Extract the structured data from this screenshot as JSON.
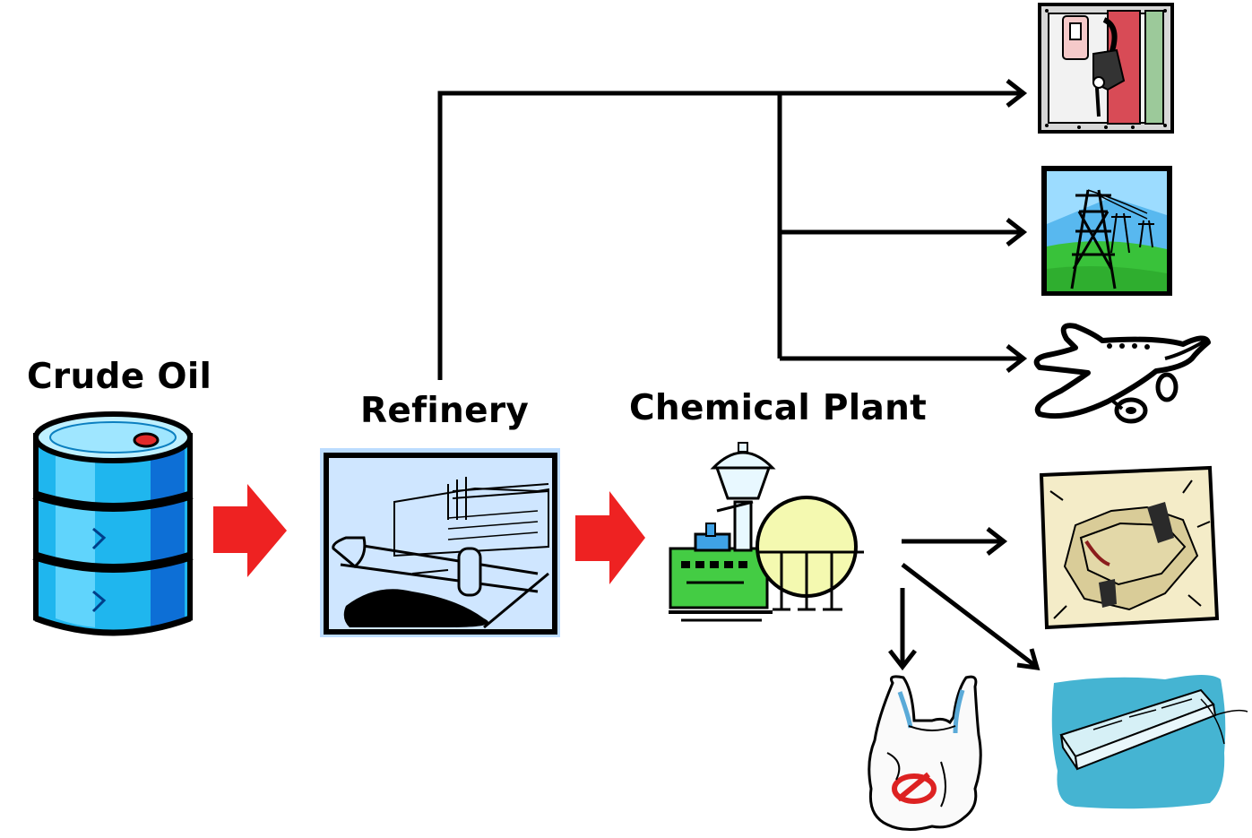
{
  "diagram": {
    "nodes": {
      "crude_oil": {
        "label": "Crude Oil",
        "icon": "oil-barrel-icon"
      },
      "refinery": {
        "label": "Refinery",
        "icon": "refinery-icon"
      },
      "chemical_plant": {
        "label": "Chemical Plant",
        "icon": "chemical-plant-icon"
      }
    },
    "products": [
      {
        "icon": "fuel-pump-icon"
      },
      {
        "icon": "power-lines-icon"
      },
      {
        "icon": "airplane-icon"
      },
      {
        "icon": "clothing-icon"
      },
      {
        "icon": "plastic-bag-icon"
      },
      {
        "icon": "plastic-wrap-icon"
      }
    ],
    "colors": {
      "process_arrow": "#ee2222",
      "barrel_blue": "#1fb6ee",
      "refinery_bg": "#bcdcff",
      "plant_green": "#44cc44",
      "plant_tank": "#f4f9b0",
      "wrap_blue": "#45b4d2",
      "clothing_bg": "#f4ecc8"
    }
  }
}
